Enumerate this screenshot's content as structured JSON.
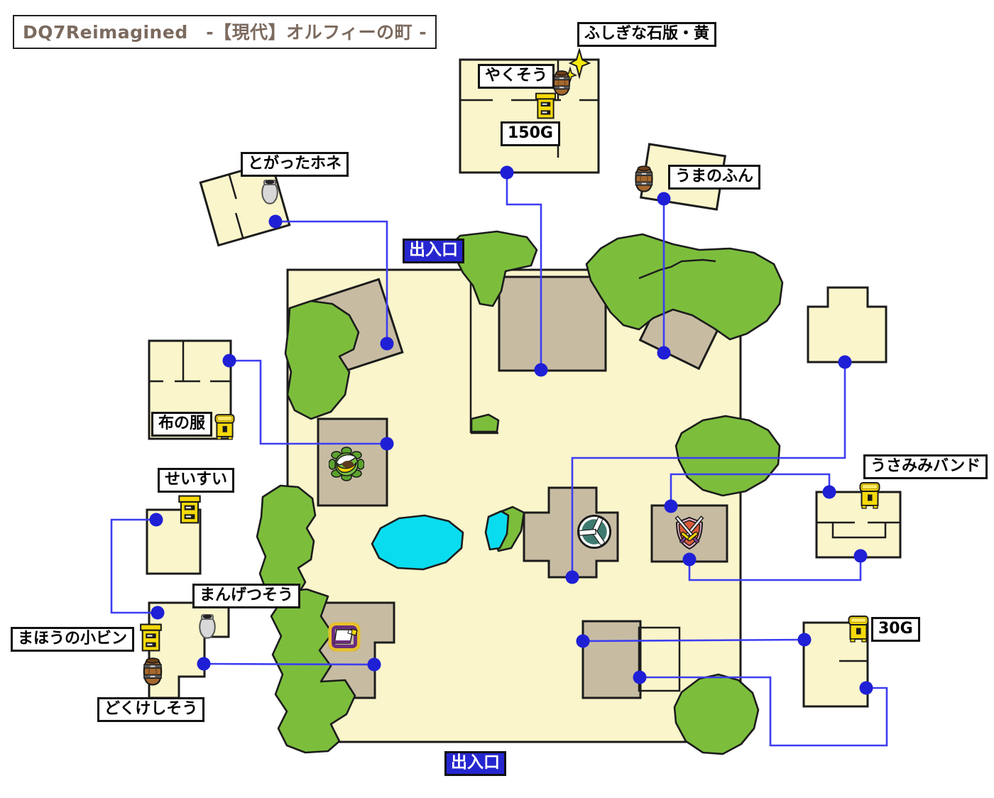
{
  "title": "DQ7Reimagined　-【現代】オルフィーの町 -",
  "map_labels": {
    "stone_tablet": "ふしぎな石版・黄",
    "yakusou": "やくそう",
    "gold_150": "150G",
    "togatta_hone": "とがったホネ",
    "uma_no_fun": "うまのふん",
    "entrance_top": "出入口",
    "nuno_no_fuku": "布の服",
    "seisui": "せいすい",
    "usamimi_band": "うさみみバンド",
    "mangetsusou": "まんげつそう",
    "mahou_no_kobin": "まほうの小ビン",
    "dokukeshisou": "どくけしそう",
    "gold_30": "30G",
    "entrance_bottom": "出入口"
  },
  "colors": {
    "ground_cream": "#faf5cb",
    "building_tan": "#c7bca2",
    "vegetation_green": "#7cbe3c",
    "water_cyan": "#0adcf0",
    "connector_line_blue": "#3d3df2",
    "location_dot_blue": "#1f1fd6",
    "entrance_badge_blue": "#2626d0",
    "title_text": "#7b6a5e"
  },
  "icons": [
    "barrel-icon",
    "pot-icon",
    "dresser-icon",
    "treasure-chest-icon",
    "sparkle-icon",
    "bed-icon",
    "nest-icon",
    "church-emblem-icon",
    "weapon-shop-emblem-icon"
  ]
}
